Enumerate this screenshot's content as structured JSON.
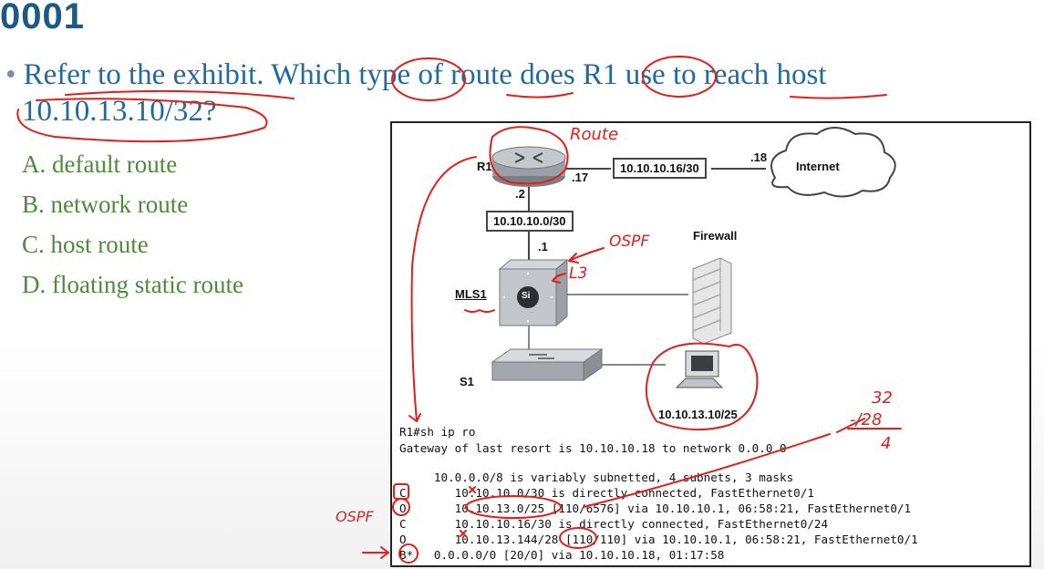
{
  "slide": {
    "title": "0001"
  },
  "question": {
    "bullet": "•",
    "line1": "Refer to the exhibit. Which type of route does R1 use to reach host",
    "line2": "10.10.13.10/32?"
  },
  "options": [
    {
      "letter": "A.",
      "text": "default route"
    },
    {
      "letter": "B.",
      "text": "network route"
    },
    {
      "letter": "C.",
      "text": "host route"
    },
    {
      "letter": "D.",
      "text": "floating static route"
    }
  ],
  "exhibit": {
    "devices": {
      "r1": "R1",
      "mls1": "MLS1",
      "s1": "S1",
      "internet": "Internet",
      "firewall": "Firewall",
      "si": "Si",
      "host": "10.10.13.10/25"
    },
    "links": {
      "r1_internet": "10.10.10.16/30",
      "r1_mls": "10.10.10.0/30",
      "r1_if_17": ".17",
      "internet_if_18": ".18",
      "r1_if_2": ".2",
      "mls_if_1": ".1"
    },
    "cli": {
      "prompt": "R1#sh ip ro",
      "gateway": "Gateway of last resort is 10.10.10.18 to network 0.0.0.0",
      "summary": "     10.0.0.0/8 is variably subnetted, 4 subnets, 3 masks",
      "routes": [
        {
          "code": "C",
          "line": "        10.10.10.0/30 is directly connected, FastEthernet0/1"
        },
        {
          "code": "O",
          "line": "        10.10.13.0/25 [110/6576] via 10.10.10.1, 06:58:21, FastEthernet0/1"
        },
        {
          "code": "C",
          "line": "        10.10.10.16/30 is directly connected, FastEthernet0/24"
        },
        {
          "code": "O",
          "line": "        10.10.13.144/28 [110/110] via 10.10.10.1, 06:58:21, FastEthernet0/1"
        },
        {
          "code": "B*",
          "line": "     0.0.0.0/0 [20/0] via 10.10.10.18, 01:17:58"
        }
      ]
    }
  },
  "annotations": {
    "router_note": "Route",
    "ospf_note": "OSPF",
    "l3_note": "L3",
    "ospf_side": "OSPF",
    "calc_32": "32",
    "calc_28": "-/28",
    "calc_4": "4"
  }
}
